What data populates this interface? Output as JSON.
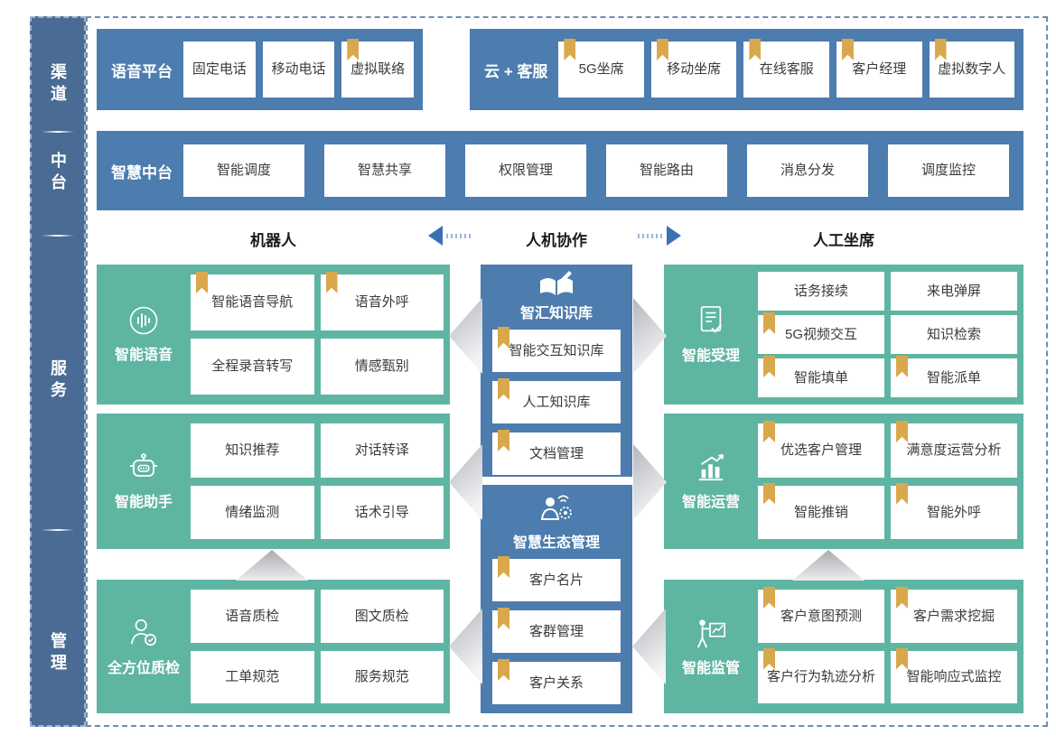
{
  "colors": {
    "block_blue": "#4d7cae",
    "sidebar_blue": "#4a6b94",
    "teal": "#5eb5a2",
    "bookmark_gold": "#d9a84c",
    "header_arrow_blue": "#3a70b5",
    "gray_arrow": "#b9bcc2"
  },
  "sidebar": {
    "items": [
      {
        "label": "渠道"
      },
      {
        "label": "中台"
      },
      {
        "label": "服务"
      },
      {
        "label": "管理"
      }
    ]
  },
  "channel_row": {
    "groups": [
      {
        "label": "语音平台",
        "items": [
          {
            "label": "固定电话",
            "bookmark": false
          },
          {
            "label": "移动电话",
            "bookmark": false
          },
          {
            "label": "虚拟联络",
            "bookmark": true
          }
        ]
      },
      {
        "label": "云 + 客服",
        "items": [
          {
            "label": "5G坐席",
            "bookmark": true
          },
          {
            "label": "移动坐席",
            "bookmark": true
          },
          {
            "label": "在线客服",
            "bookmark": true
          },
          {
            "label": "客户经理",
            "bookmark": true
          },
          {
            "label": "虚拟数字人",
            "bookmark": true
          }
        ]
      }
    ]
  },
  "mid_row": {
    "label": "智慧中台",
    "items": [
      "智能调度",
      "智慧共享",
      "权限管理",
      "智能路由",
      "消息分发",
      "调度监控"
    ]
  },
  "collab_header": {
    "left": "机器人",
    "center": "人机协作",
    "right": "人工坐席"
  },
  "service": {
    "left": [
      {
        "label": "智能语音",
        "icon": "voice-icon",
        "items": [
          {
            "label": "智能语音导航",
            "bookmark": true
          },
          {
            "label": "语音外呼",
            "bookmark": true
          },
          {
            "label": "全程录音转写",
            "bookmark": false
          },
          {
            "label": "情感甄别",
            "bookmark": false
          }
        ]
      },
      {
        "label": "智能助手",
        "icon": "robot-icon",
        "items": [
          {
            "label": "知识推荐",
            "bookmark": false
          },
          {
            "label": "对话转译",
            "bookmark": false
          },
          {
            "label": "情绪监测",
            "bookmark": false
          },
          {
            "label": "话术引导",
            "bookmark": false
          }
        ]
      },
      {
        "label": "全方位质检",
        "icon": "quality-inspector-icon",
        "items": [
          {
            "label": "语音质检",
            "bookmark": false
          },
          {
            "label": "图文质检",
            "bookmark": false
          },
          {
            "label": "工单规范",
            "bookmark": false
          },
          {
            "label": "服务规范",
            "bookmark": false
          }
        ]
      }
    ],
    "center": [
      {
        "label": "智汇知识库",
        "icon": "knowledge-book-icon",
        "items": [
          {
            "label": "智能交互知识库",
            "bookmark": true
          },
          {
            "label": "人工知识库",
            "bookmark": true
          },
          {
            "label": "文档管理",
            "bookmark": true
          }
        ]
      },
      {
        "label": "智慧生态管理",
        "icon": "eco-management-icon",
        "items": [
          {
            "label": "客户名片",
            "bookmark": true
          },
          {
            "label": "客群管理",
            "bookmark": true
          },
          {
            "label": "客户关系",
            "bookmark": true
          }
        ]
      }
    ],
    "right": [
      {
        "label": "智能受理",
        "icon": "document-check-icon",
        "items": [
          {
            "label": "话务接续",
            "bookmark": false
          },
          {
            "label": "来电弹屏",
            "bookmark": false
          },
          {
            "label": "5G视频交互",
            "bookmark": true
          },
          {
            "label": "知识检索",
            "bookmark": false
          },
          {
            "label": "智能填单",
            "bookmark": true
          },
          {
            "label": "智能派单",
            "bookmark": true
          }
        ]
      },
      {
        "label": "智能运营",
        "icon": "operation-chart-icon",
        "items": [
          {
            "label": "优选客户管理",
            "bookmark": true
          },
          {
            "label": "满意度运营分析",
            "bookmark": true
          },
          {
            "label": "智能推销",
            "bookmark": true
          },
          {
            "label": "智能外呼",
            "bookmark": true
          }
        ]
      },
      {
        "label": "智能监管",
        "icon": "supervision-icon",
        "items": [
          {
            "label": "客户意图预测",
            "bookmark": true
          },
          {
            "label": "客户需求挖掘",
            "bookmark": true
          },
          {
            "label": "客户行为轨迹分析",
            "bookmark": true
          },
          {
            "label": "智能响应式监控",
            "bookmark": true
          }
        ]
      }
    ]
  }
}
